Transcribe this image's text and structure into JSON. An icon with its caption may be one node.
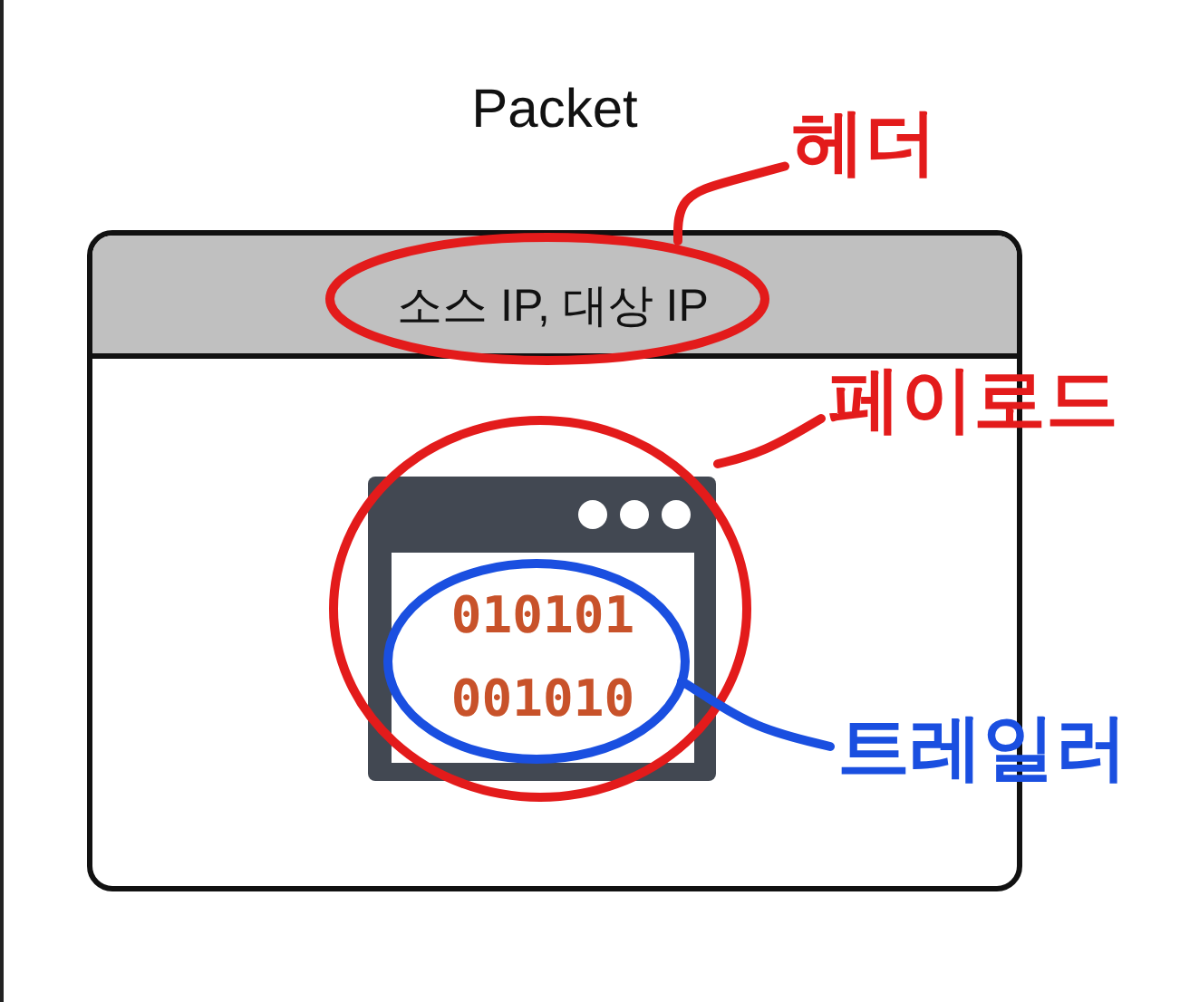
{
  "diagram": {
    "nodes": [
      {
        "text": [
          "Packet"
        ]
      },
      {
        "text": [
          "소스 IP, 대상 IP"
        ],
        "in": 0
      },
      {
        "text": [],
        "shape": "box",
        "in": 0
      },
      {
        "text": [
          "010101 001010"
        ],
        "in": 2
      },
      {
        "text": [
          "헤더"
        ]
      },
      {
        "text": [
          "페이로드"
        ]
      },
      {
        "text": [
          "트레일러"
        ]
      }
    ],
    "edges": [
      {
        "from": 4,
        "to": 1,
        "arrow": "none"
      },
      {
        "from": 5,
        "to": 2,
        "arrow": "none"
      },
      {
        "from": 6,
        "to": 3,
        "arrow": "none",
        "color": "#1a4fe0"
      }
    ]
  }
}
